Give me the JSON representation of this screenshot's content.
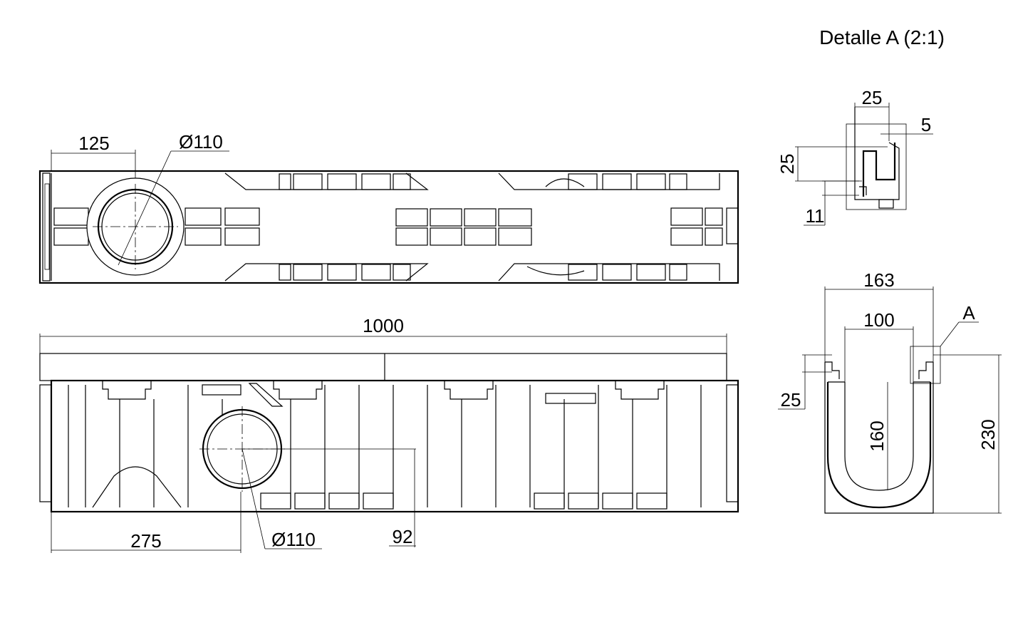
{
  "detail_title": "Detalle A (2:1)",
  "top_view": {
    "dim_offset": "125",
    "dim_outlet_diameter": "Ø110"
  },
  "side_view": {
    "dim_length": "1000",
    "dim_outlet_position": "275",
    "dim_outlet_diameter": "Ø110",
    "dim_outlet_height": "92"
  },
  "detail_a": {
    "dim_width": "25",
    "dim_inset": "5",
    "dim_height": "25",
    "dim_depth": "11"
  },
  "cross_section": {
    "dim_outer_width": "163",
    "dim_inner_width": "100",
    "dim_rebate": "25",
    "dim_inner_depth": "160",
    "dim_total_height": "230",
    "detail_marker": "A"
  },
  "colors": {
    "line": "#000000",
    "background": "#ffffff"
  }
}
